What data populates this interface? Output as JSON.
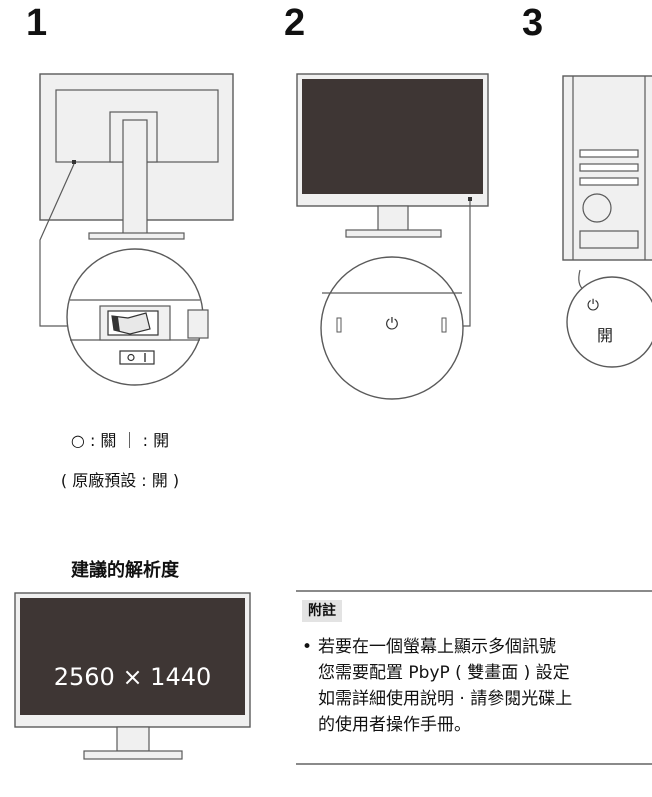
{
  "steps": [
    "1",
    "2",
    "3"
  ],
  "step1": {
    "switch_off_symbol": "○",
    "switch_on_symbol": "|",
    "switch_caption_line1": "○ : 關 ｜ : 開",
    "switch_caption_line2": "( 原廠預設 : 開 )"
  },
  "step2": {
    "power_symbol": "⏻"
  },
  "step3": {
    "power_symbol": "⏻",
    "callout_label": "開"
  },
  "resolution": {
    "title": "建議的解析度",
    "value": "2560 × 1440"
  },
  "note": {
    "label": "附註",
    "bullet": "•",
    "lines": [
      "若要在一個螢幕上顯示多個訊號",
      "您需要配置 PbyP ( 雙畫面 ) 設定",
      "如需詳細使用說明 ‧ 請參閱光碟上",
      "的使用者操作手冊。"
    ]
  },
  "colors": {
    "screen": "#3e3634",
    "bezel": "#f0f0f0",
    "outline": "#5a5a5a",
    "note_rule": "#8a8a8a",
    "note_tag_bg": "#e3e3e3"
  }
}
